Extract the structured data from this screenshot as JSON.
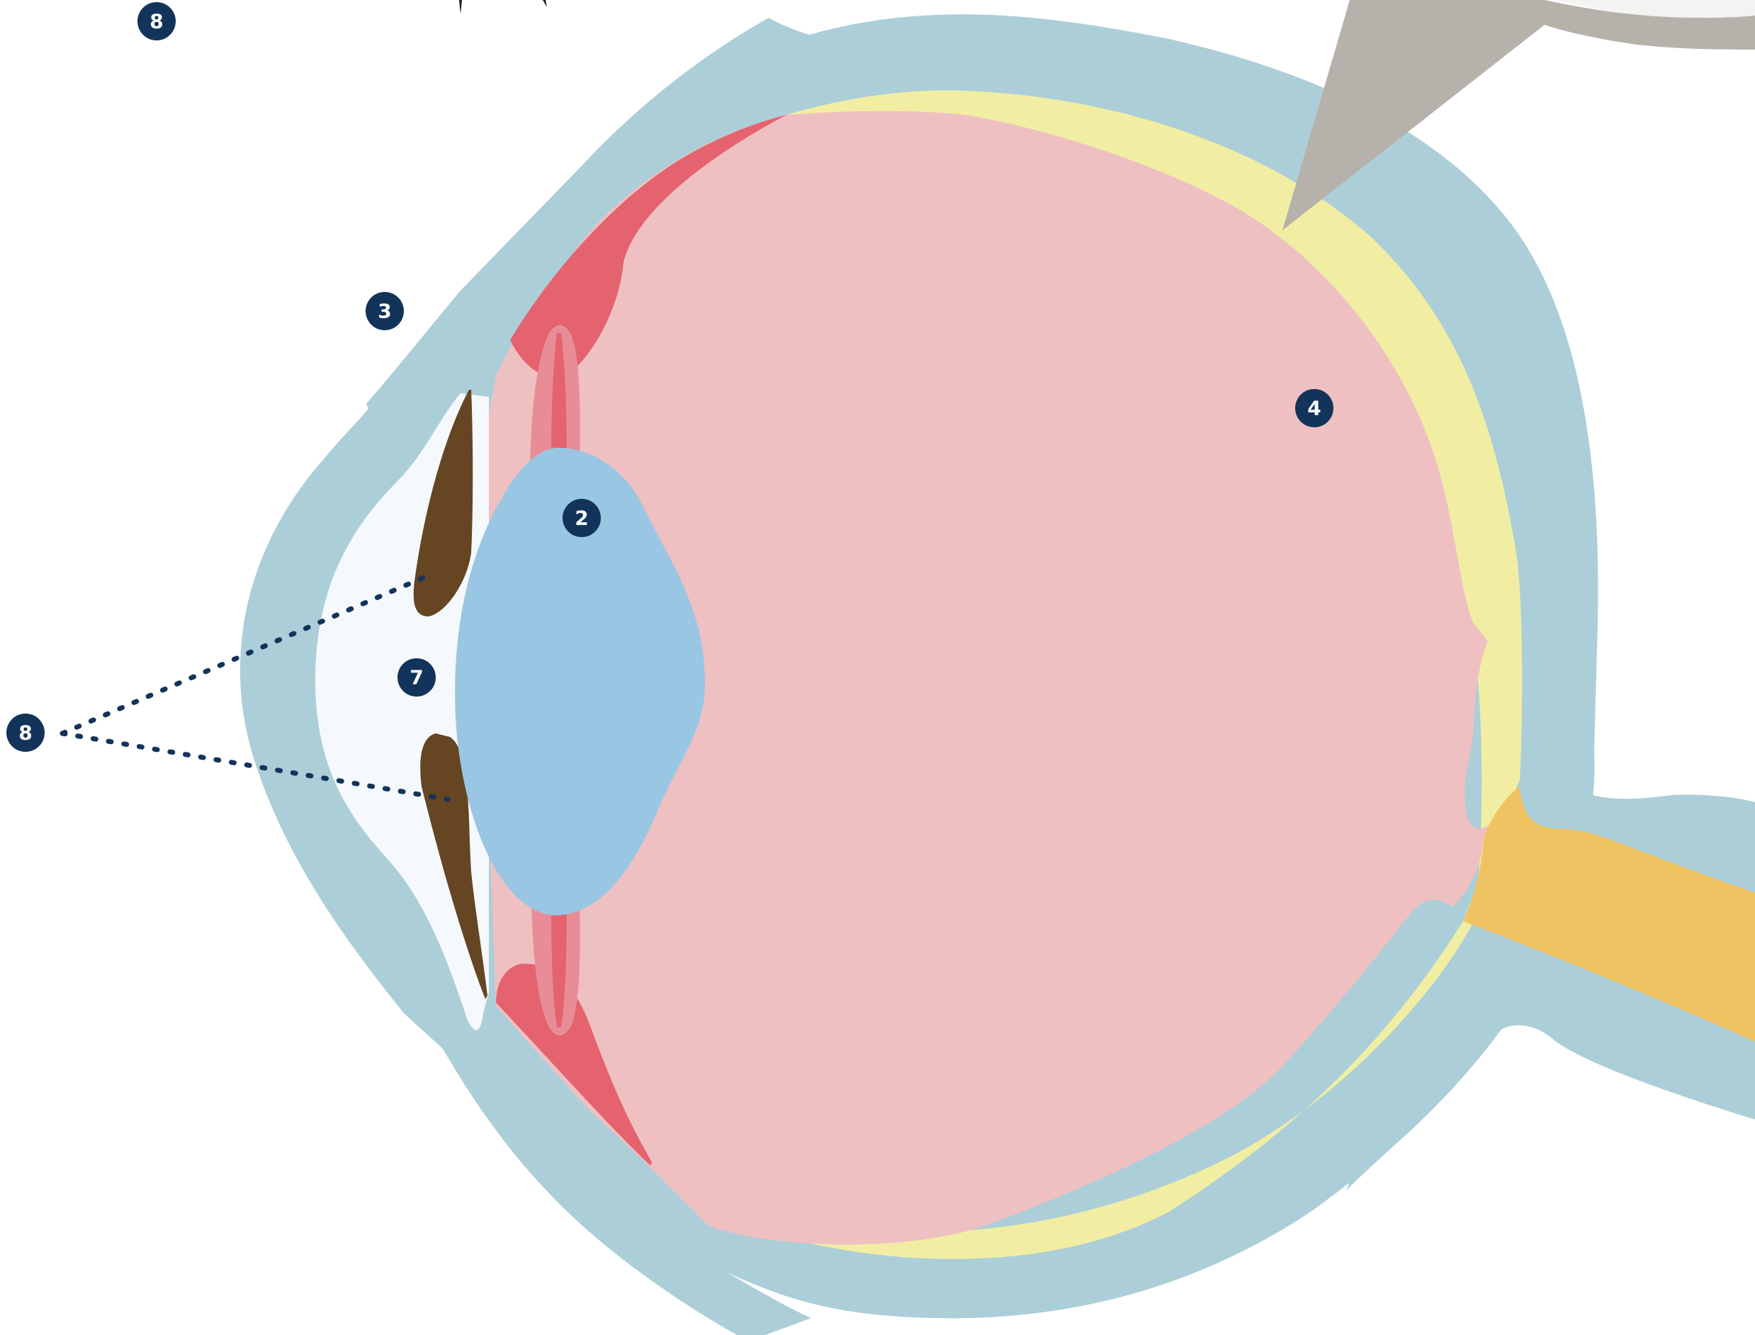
{
  "diagram": {
    "colors": {
      "sclera": "#acced8",
      "choroid": "#f1eea3",
      "vitreous": "#efc0c1",
      "ciliary": "#e4636e",
      "zonule": "#e88d97",
      "lens": "#99c6e3",
      "iris": "#654522",
      "cornea_chamber": "#f5f9fd",
      "optic_nerve": "#f0c362",
      "instrument": "#b6b1aa",
      "marker_fill": "#13345a",
      "marker_text": "#ffffff"
    },
    "markers": [
      {
        "id": "m8-top",
        "label": "8"
      },
      {
        "id": "m3",
        "label": "3"
      },
      {
        "id": "m4",
        "label": "4"
      },
      {
        "id": "m2",
        "label": "2"
      },
      {
        "id": "m7",
        "label": "7"
      },
      {
        "id": "m8-left",
        "label": "8"
      }
    ]
  }
}
